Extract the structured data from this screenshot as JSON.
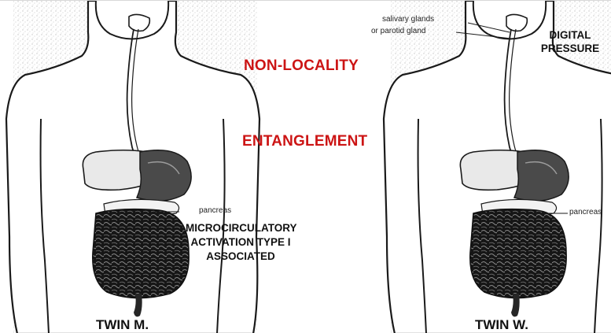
{
  "center": {
    "heading_1": "NON-LOCALITY",
    "heading_2": "ENTANGLEMENT",
    "activation_lines": [
      "MICROCIRCULATORY",
      "ACTIVATION TYPE I",
      "ASSOCIATED"
    ]
  },
  "left_figure": {
    "organ_label": "pancreas",
    "name": "TWIN M."
  },
  "right_figure": {
    "gland_label_line1": "salivary glands",
    "gland_label_line2": "or parotid gland",
    "pressure_lines": [
      "DIGITAL",
      "PRESSURE"
    ],
    "organ_label": "pancreas",
    "name": "TWIN W."
  },
  "colors": {
    "heading": "#cc1414",
    "text": "#111111",
    "outline": "#1a1a1a",
    "intestine": "#1b1b1b",
    "texture": "#bdbdbd"
  }
}
